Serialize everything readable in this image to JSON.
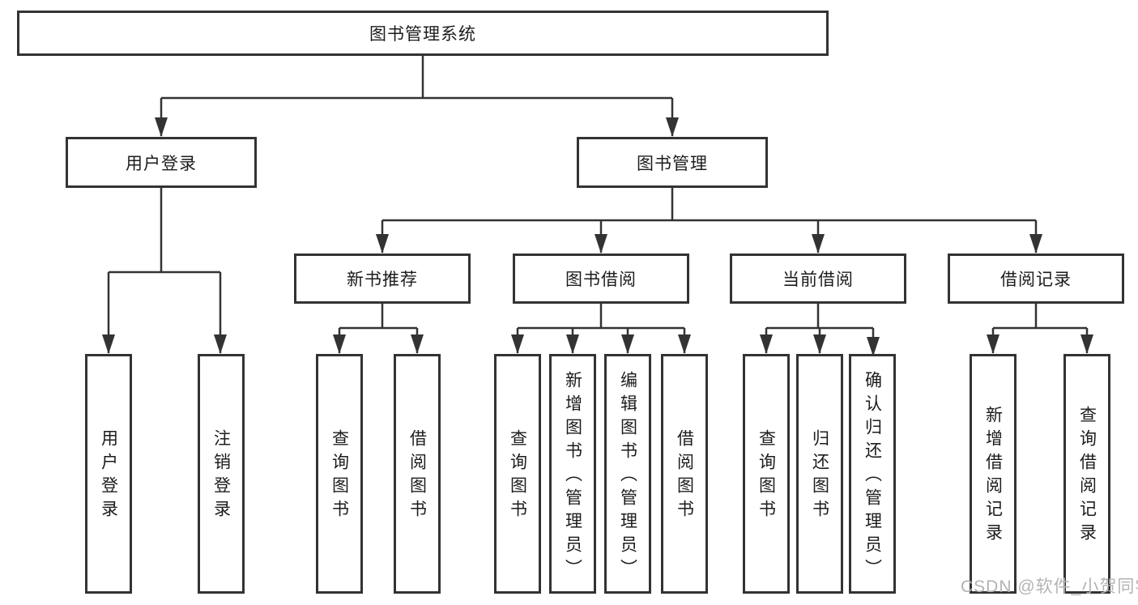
{
  "diagram": {
    "root": {
      "label": "图书管理系统"
    },
    "branches": [
      {
        "label": "用户登录",
        "children": [
          "用户登录",
          "注销登录"
        ]
      },
      {
        "label": "图书管理",
        "sections": [
          {
            "label": "新书推荐",
            "children": [
              "查询图书",
              "借阅图书"
            ]
          },
          {
            "label": "图书借阅",
            "children": [
              "查询图书",
              "新增图书（管理员）",
              "编辑图书（管理员）",
              "借阅图书"
            ]
          },
          {
            "label": "当前借阅",
            "children": [
              "查询图书",
              "归还图书",
              "确认归还（管理员）"
            ]
          },
          {
            "label": "借阅记录",
            "children": [
              "新增借阅记录",
              "查询借阅记录"
            ]
          }
        ]
      }
    ]
  },
  "watermark": {
    "text": "CSDN @软件_小贺同学"
  },
  "colors": {
    "line": "#333333",
    "text": "#1c1c1c",
    "background": "#ffffff",
    "watermark": "#b3b3b3"
  }
}
